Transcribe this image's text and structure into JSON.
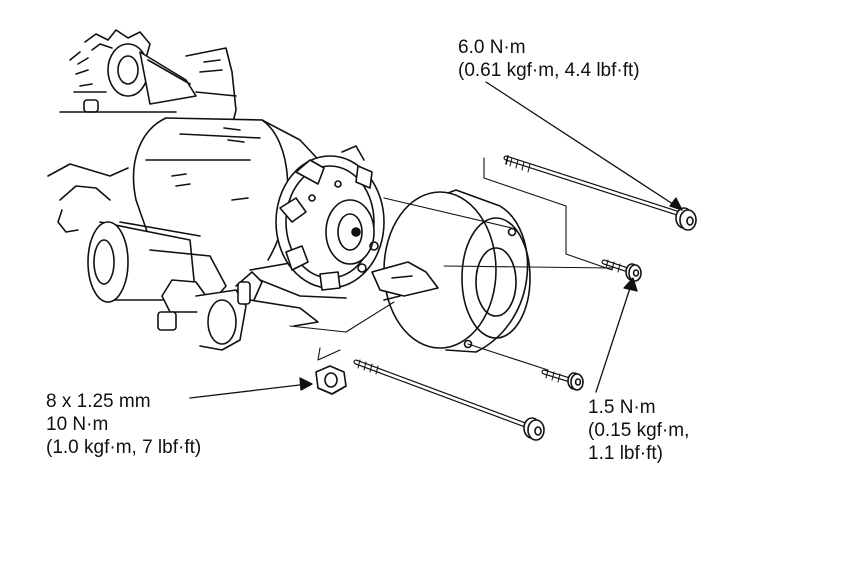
{
  "colors": {
    "line": "#111111",
    "background": "#ffffff"
  },
  "callouts": {
    "long_bolt": {
      "torque": "6.0 N·m",
      "alt": "(0.61 kgf·m, 4.4 lbf·ft)"
    },
    "nut": {
      "size": "8 x 1.25 mm",
      "torque": "10 N·m",
      "alt": "(1.0 kgf·m, 7 lbf·ft)"
    },
    "short_bolt": {
      "torque": "1.5 N·m",
      "alt_line1": "(0.15 kgf·m,",
      "alt_line2": "1.1 lbf·ft)"
    }
  }
}
